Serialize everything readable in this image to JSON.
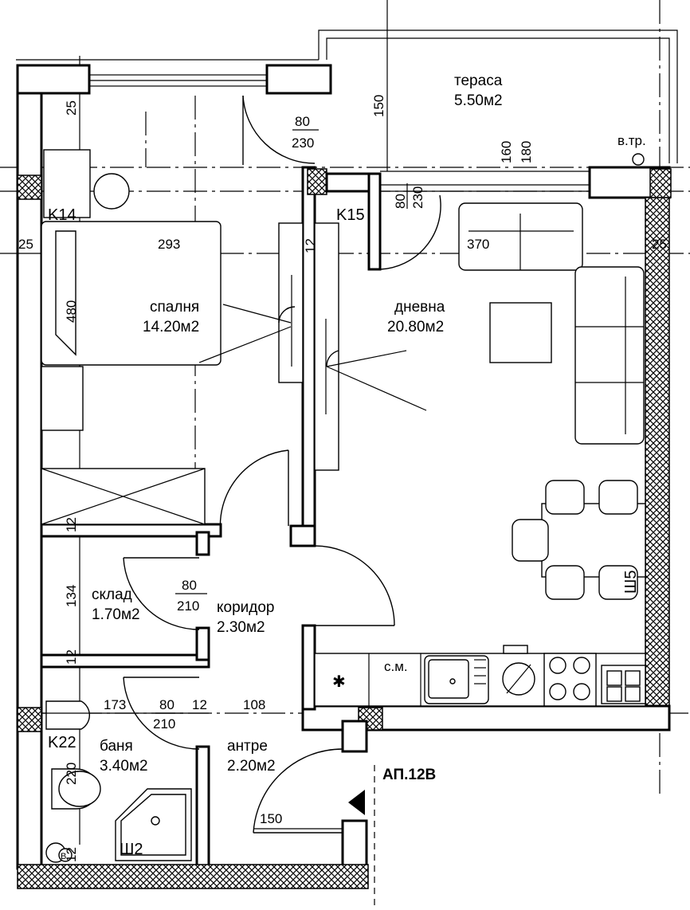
{
  "rooms": {
    "terrace": {
      "name": "тераса",
      "area": "5.50м2"
    },
    "bedroom": {
      "name": "спалня",
      "area": "14.20м2"
    },
    "living": {
      "name": "дневна",
      "area": "20.80м2"
    },
    "storage": {
      "name": "склад",
      "area": "1.70м2"
    },
    "corridor": {
      "name": "коридор",
      "area": "2.30м2"
    },
    "bathroom": {
      "name": "баня",
      "area": "3.40м2"
    },
    "entrance": {
      "name": "антре",
      "area": "2.20м2"
    }
  },
  "dimensions": {
    "d150_terrace": "150",
    "d160": "160",
    "d180": "180",
    "d25_top": "25",
    "d25_left": "25",
    "d25_right": "25",
    "d293": "293",
    "d370": "370",
    "d480": "480",
    "d134": "134",
    "d173": "173",
    "d12_a": "12",
    "d12_b": "12",
    "d108": "108",
    "d220": "220",
    "d150_entry": "150",
    "d12_c": "12",
    "d12_d": "12",
    "d12_e": "12"
  },
  "openings": {
    "bedroom_door": {
      "w": "80",
      "h": "230"
    },
    "living_door": {
      "w": "80",
      "h": "230"
    },
    "storage_door": {
      "w": "80",
      "h": "210"
    },
    "bath_door": {
      "w": "80",
      "h": "210"
    }
  },
  "labels": {
    "k14": "K14",
    "k15": "K15",
    "k22": "K22",
    "sh5": "Ш5",
    "sh2": "Ш2",
    "vtr": "в.тр.",
    "sm": "с.м.",
    "apartment": "АП.12В",
    "star": "✱",
    "boiler": "B"
  }
}
